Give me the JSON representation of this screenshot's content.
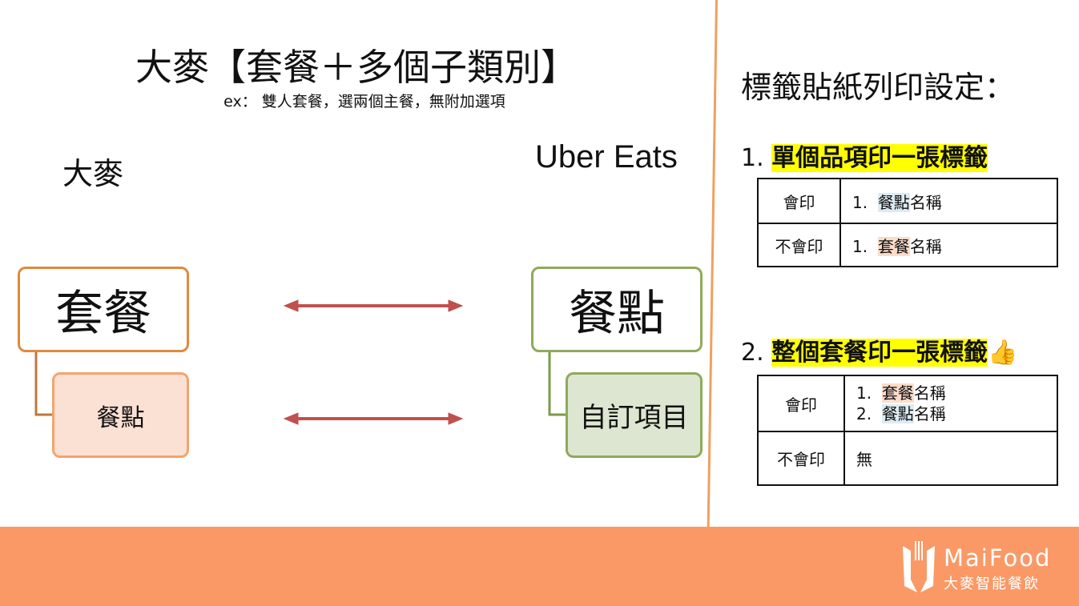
{
  "title": "大麥【套餐＋多個子類別】",
  "subtitle": "ex： 雙人套餐，選兩個主餐，無附加選項",
  "left_label": "大麥",
  "right_label": "Uber Eats",
  "left_diagram": {
    "parent": "套餐",
    "child": "餐點"
  },
  "right_diagram": {
    "parent": "餐點",
    "child": "自訂項目"
  },
  "settings": {
    "heading": "標籤貼紙列印設定：",
    "option1": {
      "number": "1.",
      "title": "單個品項印一張標籤",
      "rows": [
        {
          "label": "會印",
          "num": "1.",
          "hl": "餐點",
          "rest": "名稱"
        },
        {
          "label": "不會印",
          "num": "1.",
          "hl": "套餐",
          "rest": "名稱"
        }
      ]
    },
    "option2": {
      "number": "2.",
      "title": "整個套餐印一張標籤",
      "emoji": "👍",
      "print_label": "會印",
      "print_items": [
        {
          "num": "1.",
          "hl": "套餐",
          "rest": "名稱"
        },
        {
          "num": "2.",
          "hl": "餐點",
          "rest": "名稱"
        }
      ],
      "noprint_label": "不會印",
      "noprint_value": "無"
    }
  },
  "footer": {
    "brand": "MaiFood",
    "brand_sub": "大麥智能餐飲"
  },
  "colors": {
    "orange": "#E08A3C",
    "green": "#8FAA5A",
    "arrow": "#C0504D",
    "footer": "#FA9966",
    "highlight": "#FFFF00"
  }
}
